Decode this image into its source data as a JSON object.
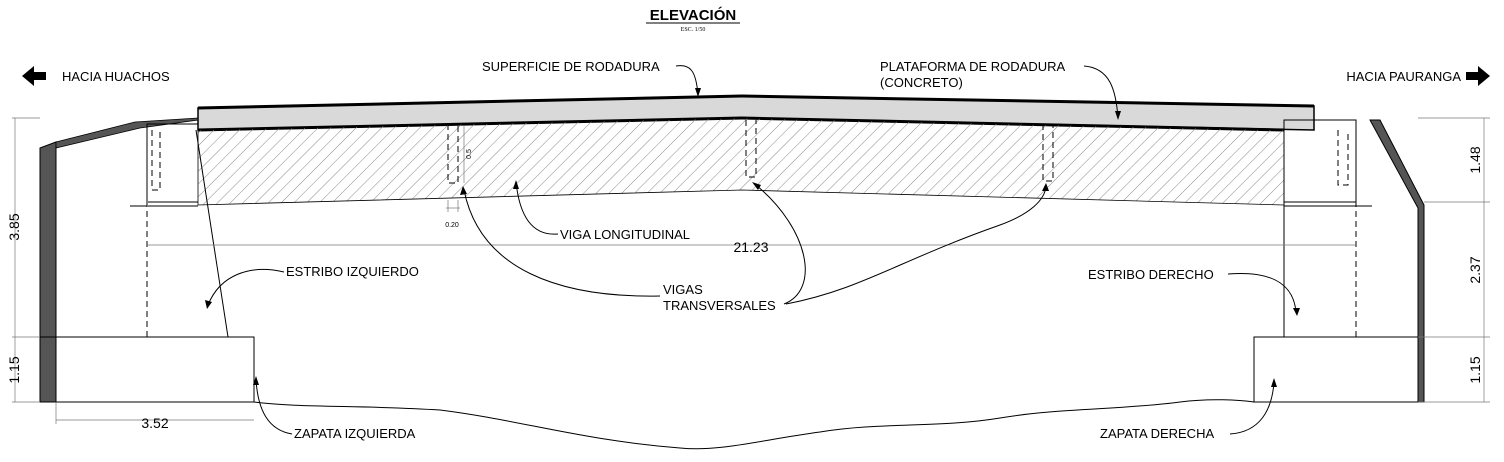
{
  "title": "ELEVACIÓN",
  "scale": "ESC. 1/50",
  "directions": {
    "left": "HACIA HUACHOS",
    "right": "HACIA PAURANGA"
  },
  "labels": {
    "superficie": "SUPERFICIE DE RODADURA",
    "plataforma_1": "PLATAFORMA DE RODADURA",
    "plataforma_2": "(CONCRETO)",
    "viga_longitudinal": "VIGA LONGITUDINAL",
    "vigas_1": "VIGAS",
    "vigas_2": "TRANSVERSALES",
    "estribo_izq": "ESTRIBO IZQUIERDO",
    "estribo_der": "ESTRIBO DERECHO",
    "zapata_izq": "ZAPATA IZQUIERDA",
    "zapata_der": "ZAPATA DERECHA"
  },
  "dimensions": {
    "left_total": "3.85",
    "left_footing": "1.15",
    "span": "21.23",
    "footing_width": "3.52",
    "beam_width": "0.20",
    "beam_depth": "0.5",
    "right_top": "1.48",
    "right_middle": "2.37",
    "right_footing": "1.15"
  },
  "colors": {
    "line": "#000000",
    "deck_fill": "#d9d9d9",
    "wall_fill": "#555555",
    "hatch": "#888888"
  }
}
